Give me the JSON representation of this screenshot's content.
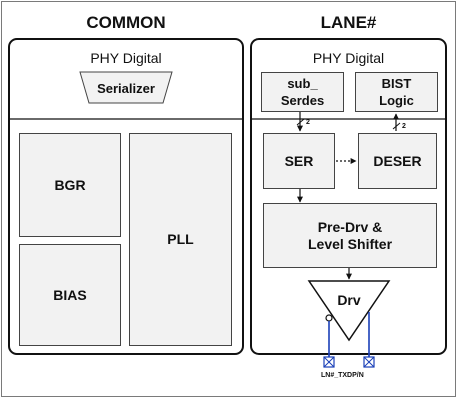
{
  "common": {
    "title": "COMMON",
    "phy_digital": "PHY Digital",
    "serializer": "Serializer",
    "bgr": "BGR",
    "bias": "BIAS",
    "pll": "PLL"
  },
  "lane": {
    "title": "LANE#",
    "phy_digital": "PHY Digital",
    "sub_serdes": "sub_\nSerdes",
    "bist_logic": "BIST\nLogic",
    "ser": "SER",
    "deser": "DESER",
    "predrv": "Pre-Drv &\nLevel Shifter",
    "drv": "Drv",
    "bus_width_left": "2",
    "bus_width_right": "2",
    "pin_caption": "LN#_TXDP/N"
  },
  "colors": {
    "line": "#111111",
    "block_fill": "#f2f2f2",
    "signal": "#1a3fb8"
  }
}
